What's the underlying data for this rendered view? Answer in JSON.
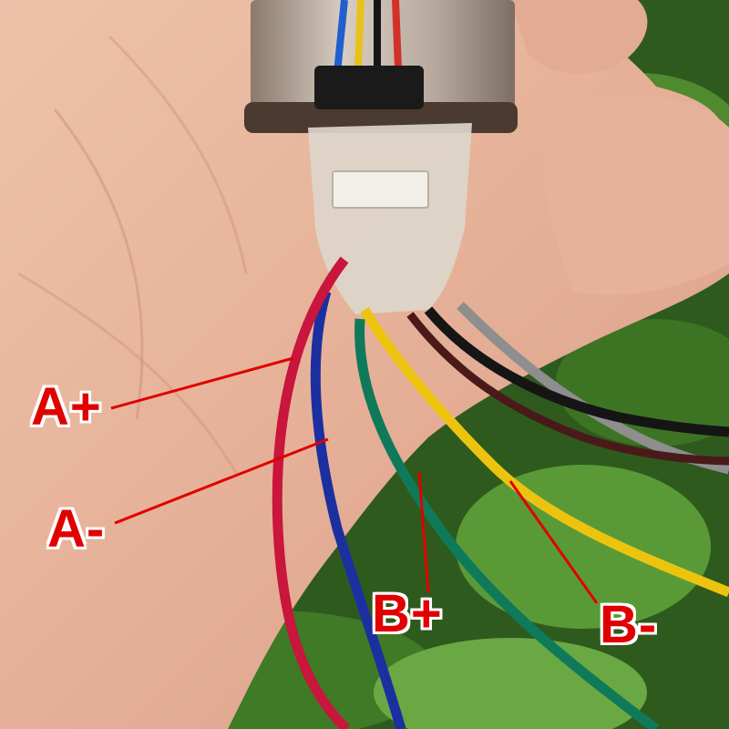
{
  "labels": {
    "a_plus": "A+",
    "a_minus": "A-",
    "b_plus": "B+",
    "b_minus": "B-"
  },
  "colors": {
    "label_text": "#e00000",
    "label_outline": "#ffffff",
    "pointer_line": "#e00000",
    "wire_red": "#c8163c",
    "wire_blue": "#1c2fa0",
    "wire_green": "#0e7a5a",
    "wire_yellow": "#ecc410",
    "wire_black": "#151515",
    "wire_gray": "#8e8e8e",
    "skin": "#e8b49c",
    "foliage": "#2e5a1c"
  }
}
